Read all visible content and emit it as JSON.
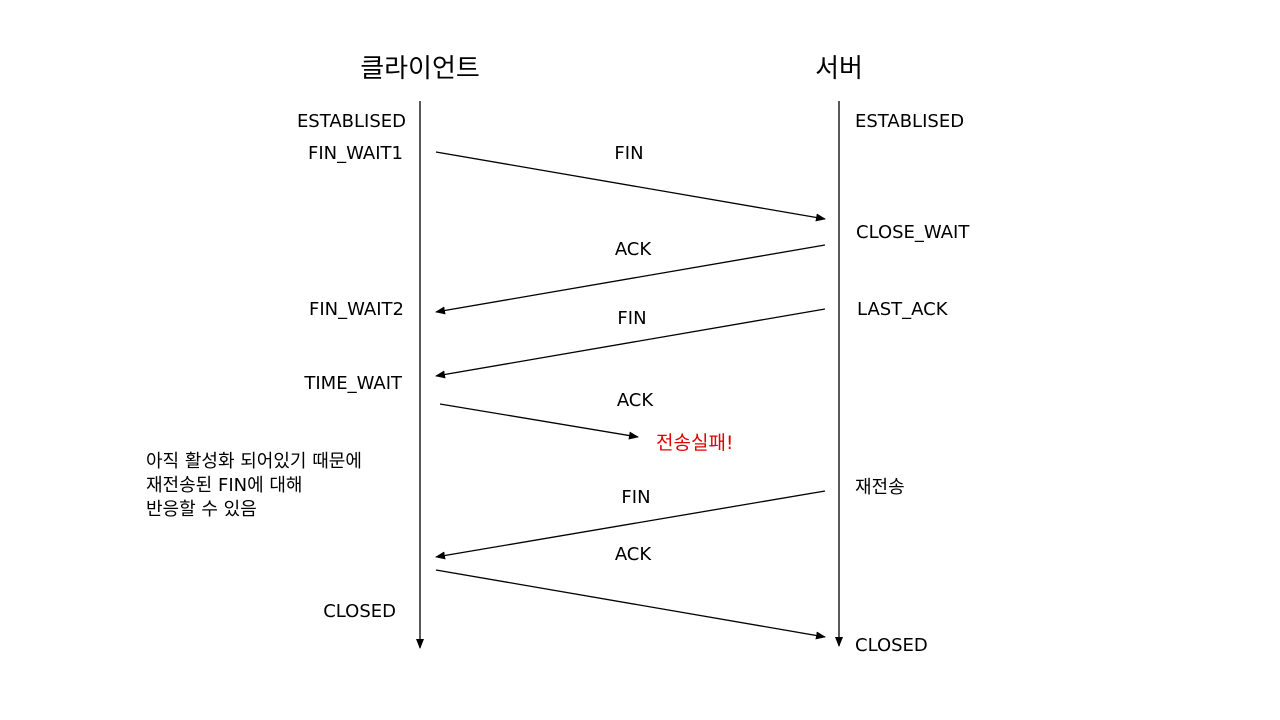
{
  "headers": {
    "client": "클라이언트",
    "server": "서버"
  },
  "client_states": [
    "ESTABLISED",
    "FIN_WAIT1",
    "FIN_WAIT2",
    "TIME_WAIT",
    "CLOSED"
  ],
  "server_states": [
    "ESTABLISED",
    "CLOSE_WAIT",
    "LAST_ACK",
    "재전송",
    "CLOSED"
  ],
  "messages": [
    "FIN",
    "ACK",
    "FIN",
    "ACK",
    "FIN",
    "ACK"
  ],
  "failure_label": "전송실패!",
  "note_lines": [
    "아직 활성화 되어있기 때문에",
    "재전송된 FIN에 대해",
    "반응할 수 있음"
  ],
  "colors": {
    "line": "#000000",
    "text": "#000000",
    "failure": "#e00000"
  }
}
